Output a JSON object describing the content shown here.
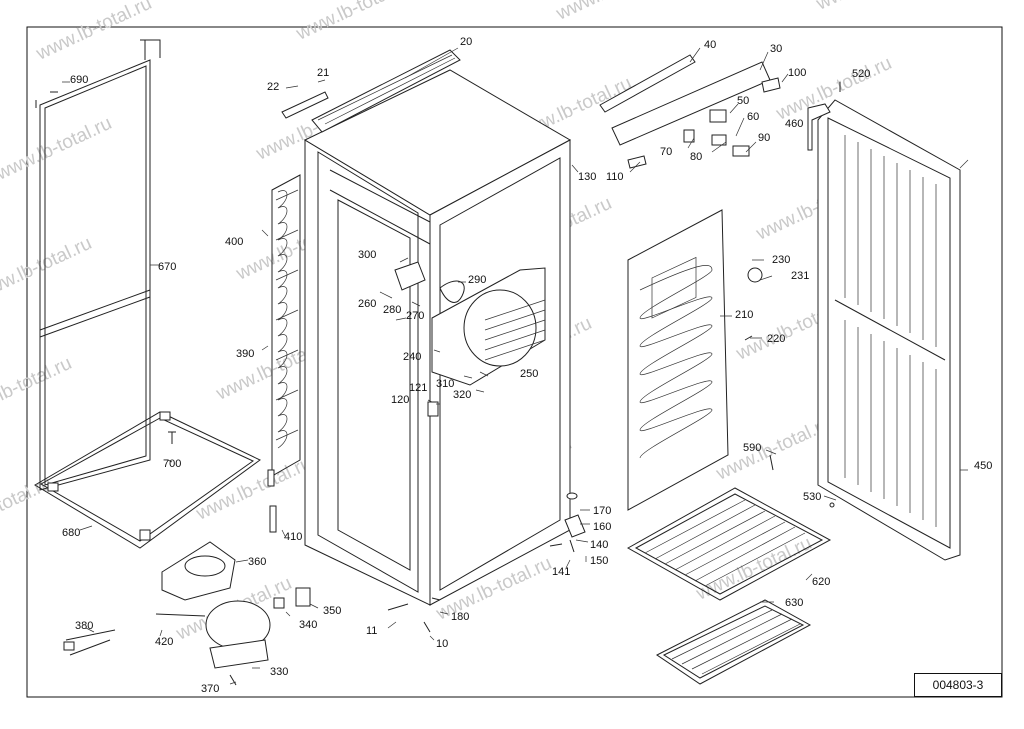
{
  "watermark": "www.lb-total.ru",
  "drawing_id": "004803-3",
  "part_numbers": [
    "20",
    "21",
    "22",
    "30",
    "40",
    "50",
    "60",
    "70",
    "80",
    "90",
    "100",
    "110",
    "120",
    "121",
    "130",
    "140",
    "141",
    "150",
    "160",
    "170",
    "180",
    "210",
    "220",
    "230",
    "231",
    "240",
    "250",
    "260",
    "270",
    "280",
    "290",
    "300",
    "310",
    "320",
    "330",
    "340",
    "350",
    "360",
    "370",
    "380",
    "390",
    "400",
    "410",
    "420",
    "450",
    "460",
    "520",
    "530",
    "590",
    "620",
    "630",
    "670",
    "680",
    "690",
    "700",
    "10",
    "11"
  ]
}
